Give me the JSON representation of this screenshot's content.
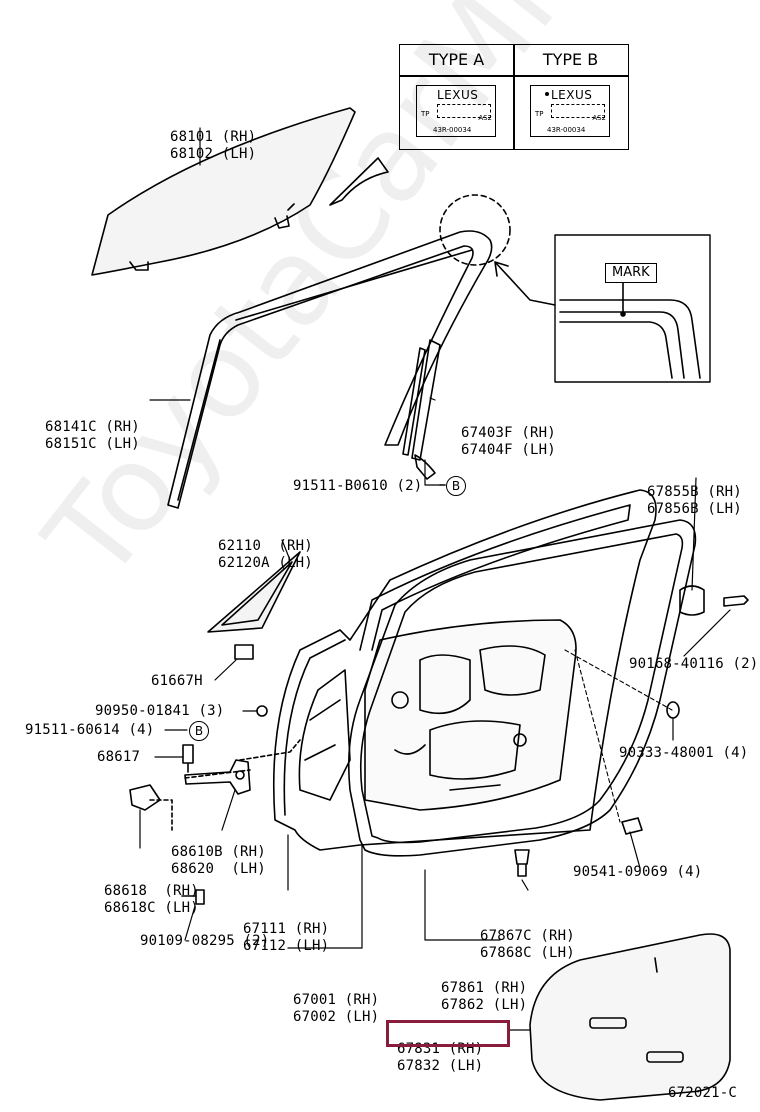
{
  "watermark": "ToyotaCarMine.ru",
  "type_table": {
    "type_a": "TYPE A",
    "type_b": "TYPE B",
    "badge_brand": "LEXUS",
    "badge_code": "43R-00034",
    "badge_as": "AS2",
    "badge_tp": "TP"
  },
  "mark_label": "MARK",
  "callouts": {
    "b1": "B",
    "b2": "B"
  },
  "labels": {
    "glass": [
      "68101 (RH)",
      "68102 (LH)"
    ],
    "run": [
      "68141C (RH)",
      "68151C (LH)"
    ],
    "channel": [
      "67403F (RH)",
      "67404F (LH)"
    ],
    "bolt_b0610": "91511-B0610 (2)",
    "corner_cover": [
      "62110  (RH)",
      "62120A (LH)"
    ],
    "plug": "61667H",
    "bolt_01841": "90950-01841 (3)",
    "bolt_60614": "91511-60614 (4)",
    "pin_68617": "68617",
    "hinge": [
      "68610B (RH)",
      "68620  (LH)"
    ],
    "hinge_lower": [
      "68618  (RH)",
      "68618C (LH)"
    ],
    "bolt_08295": "90109-08295 (2)",
    "weatherstrip": [
      "67855B (RH)",
      "67856B (LH)"
    ],
    "bolt_40116": "90168-40116 (2)",
    "plug_48001": "90333-48001 (4)",
    "clip_09069": "90541-09069 (4)",
    "clip_67867": [
      "67867C (RH)",
      "67868C (LH)"
    ],
    "door_inner": [
      "67111 (RH)",
      "67112 (LH)"
    ],
    "door_assy": [
      "67001 (RH)",
      "67002 (LH)"
    ],
    "door_seal": [
      "67861 (RH)",
      "67862 (LH)"
    ],
    "service_hole": [
      "67831 (RH)",
      "67832 (LH)"
    ],
    "figure_code": "672021-C"
  },
  "colors": {
    "line": "#000000",
    "highlight": "#8a1c3c",
    "watermark": "#000000"
  }
}
